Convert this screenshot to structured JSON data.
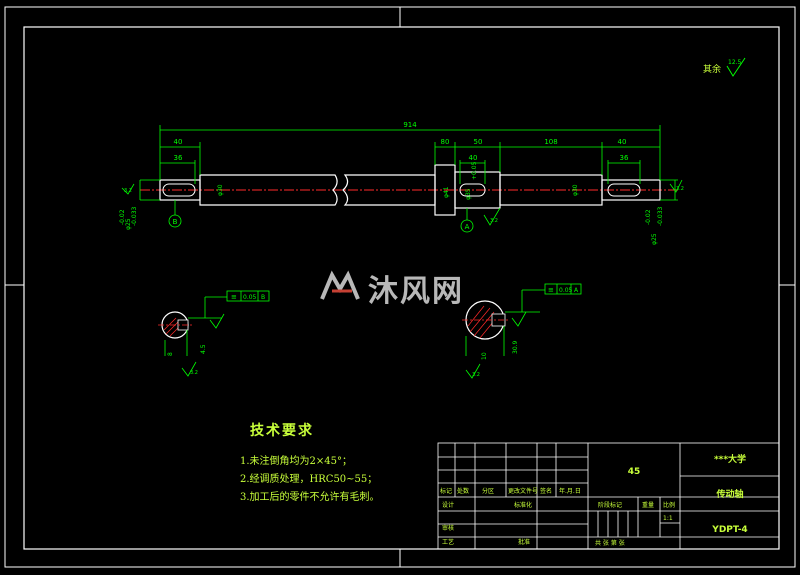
{
  "drawing": {
    "roughness_label": "其余",
    "roughness_value": "12.5",
    "dims": {
      "overall": "914",
      "left_end": "40",
      "left_key": "36",
      "collar": "80",
      "mid_a": "50",
      "mid_key": "40",
      "mid_b": "108",
      "right_end": "40",
      "right_key": "36"
    },
    "diameters": {
      "left_end": "φ25",
      "left_tol_upper": "-0.02",
      "left_tol_lower": "-0.033",
      "shaft_left": "φ30",
      "collar": "φ41",
      "mid": "φ35",
      "mid_tol": "+0.05",
      "shaft_right": "φ30",
      "right_end": "φ25",
      "right_tol_upper": "-0.02",
      "right_tol_lower": "-0.033"
    },
    "roughness_marks": [
      "3.2",
      "3.2",
      "3.2",
      "3.2",
      "3.2",
      "3.2",
      "3.2",
      "3.2"
    ],
    "datums": [
      "B",
      "A"
    ],
    "tolerance_frames": [
      {
        "cells": [
          "≡",
          "0.05",
          "B"
        ]
      },
      {
        "cells": [
          "≡",
          "0.05",
          "A"
        ]
      }
    ],
    "section_left": {
      "dim1": "8",
      "dim2": "4.5",
      "dim3": "3.2"
    },
    "section_right": {
      "dim1": "10",
      "dim2": "30.9",
      "dim3": "3.2"
    }
  },
  "watermark": {
    "text": "沐风网"
  },
  "requirements": {
    "title": "技术要求",
    "items": [
      "1.未注倒角均为2×45°；",
      "2.经调质处理，HRC50~55；",
      "3.加工后的零件不允许有毛刺。"
    ]
  },
  "title_block": {
    "material": "45",
    "university": "***大学",
    "part_name": "传动轴",
    "drawing_no": "YDPT-4",
    "row_labels": [
      "标记",
      "处数",
      "分区",
      "更改文件号",
      "签名",
      "年.月.日"
    ],
    "labels": {
      "design": "设计",
      "standard": "标准化",
      "stage": "阶段标记",
      "weight": "重量",
      "scale": "比例",
      "scale_value": "1:1",
      "review": "审核",
      "process": "工艺",
      "approve": "批准",
      "sheets": "共   张   第   张"
    }
  },
  "colors": {
    "bg": "#000000",
    "frame": "#ffffff",
    "dim": "#00ff00",
    "center": "#ff2a2a",
    "text": "#c8ff3a"
  }
}
